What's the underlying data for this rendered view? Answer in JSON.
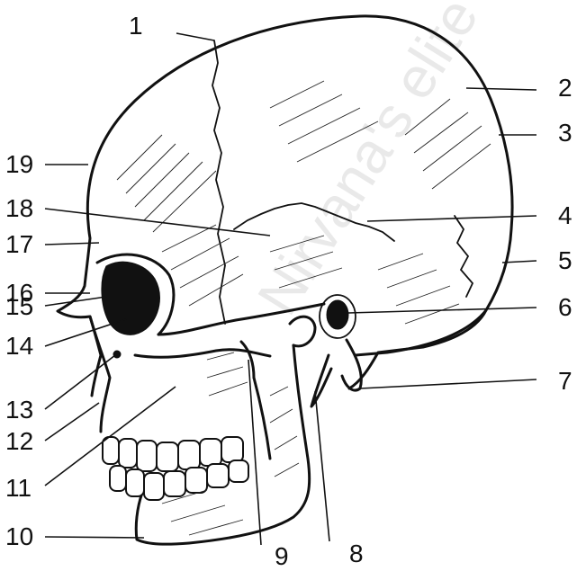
{
  "figure": {
    "watermark": "Nirvana's elite",
    "labels": [
      {
        "id": "label-1",
        "text": "1"
      },
      {
        "id": "label-2",
        "text": "2"
      },
      {
        "id": "label-3",
        "text": "3"
      },
      {
        "id": "label-4",
        "text": "4"
      },
      {
        "id": "label-5",
        "text": "5"
      },
      {
        "id": "label-6",
        "text": "6"
      },
      {
        "id": "label-7",
        "text": "7"
      },
      {
        "id": "label-8",
        "text": "8"
      },
      {
        "id": "label-9",
        "text": "9"
      },
      {
        "id": "label-10",
        "text": "10"
      },
      {
        "id": "label-11",
        "text": "11"
      },
      {
        "id": "label-12",
        "text": "12"
      },
      {
        "id": "label-13",
        "text": "13"
      },
      {
        "id": "label-14",
        "text": "14"
      },
      {
        "id": "label-15",
        "text": "15"
      },
      {
        "id": "label-16",
        "text": "16"
      },
      {
        "id": "label-17",
        "text": "17"
      },
      {
        "id": "label-18",
        "text": "18"
      },
      {
        "id": "label-19",
        "text": "19"
      }
    ]
  }
}
